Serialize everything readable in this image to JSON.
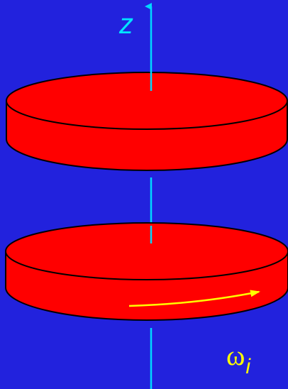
{
  "labels": {
    "axis": "z",
    "omega_symbol": "ω",
    "omega_subscript": "i"
  },
  "colors": {
    "background": "#2222dd",
    "disk_fill": "#ff0000",
    "disk_outline": "#000000",
    "axis_line": "#00d8ff",
    "axis_label": "#00e5ff",
    "rotation_arrow": "#ffff00",
    "omega_label": "#ffff00"
  }
}
